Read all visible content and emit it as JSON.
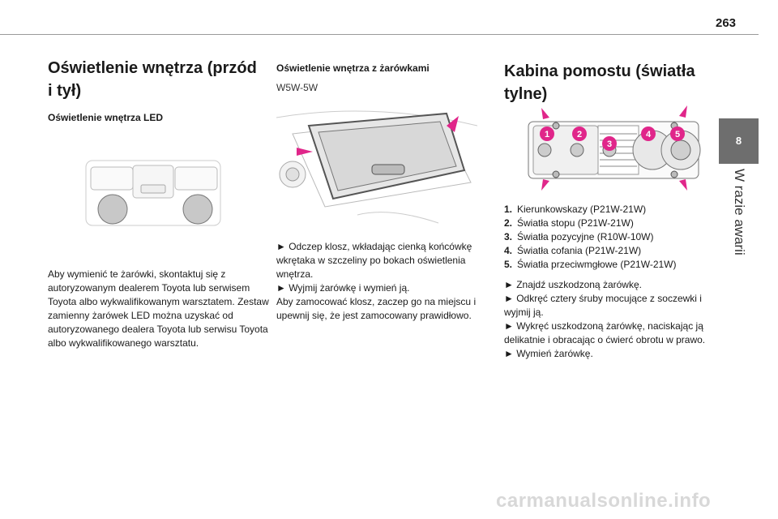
{
  "page_number": "263",
  "chapter": {
    "number": "8",
    "title": "W razie awarii"
  },
  "col1": {
    "heading": "Oświetlenie wnętrza (przód i tył)",
    "subheading": "Oświetlenie wnętrza LED",
    "paragraph": "Aby wymienić te żarówki, skontaktuj się z autoryzowanym dealerem Toyota lub serwisem Toyota albo wykwalifikowanym warsztatem. Zestaw zamienny żarówek LED można uzyskać od autoryzowanego dealera Toyota lub serwisu Toyota albo wykwalifikowanego warsztatu."
  },
  "col2": {
    "heading": "Oświetlenie wnętrza z żarówkami",
    "bulb": "W5W-5W",
    "steps": [
      "► Odczep klosz, wkładając cienką końcówkę wkrętaka w szczeliny po bokach oświetlenia wnętrza.",
      "► Wyjmij żarówkę i wymień ją."
    ],
    "note": "Aby zamocować klosz, zaczep go na miejscu i upewnij się, że jest zamocowany prawidłowo."
  },
  "col3": {
    "heading": "Kabina pomostu (światła tylne)",
    "items": [
      {
        "num": "1.",
        "text": "Kierunkowskazy (P21W-21W)"
      },
      {
        "num": "2.",
        "text": "Światła stopu (P21W-21W)"
      },
      {
        "num": "3.",
        "text": "Światła pozycyjne (R10W-10W)"
      },
      {
        "num": "4.",
        "text": "Światła cofania (P21W-21W)"
      },
      {
        "num": "5.",
        "text": "Światła przeciwmgłowe (P21W-21W)"
      }
    ],
    "steps": [
      "► Znajdź uszkodzoną żarówkę.",
      "► Odkręć cztery śruby mocujące z soczewki i wyjmij ją.",
      "► Wykręć uszkodzoną żarówkę, naciskając ją delikatnie i obracając o ćwierć obrotu w prawo.",
      "► Wymień żarówkę."
    ],
    "markers": [
      "1",
      "2",
      "3",
      "4",
      "5"
    ]
  },
  "footer": "carmanualsonline.info",
  "colors": {
    "accent": "#e0268a",
    "tab": "#6e6e6e"
  }
}
